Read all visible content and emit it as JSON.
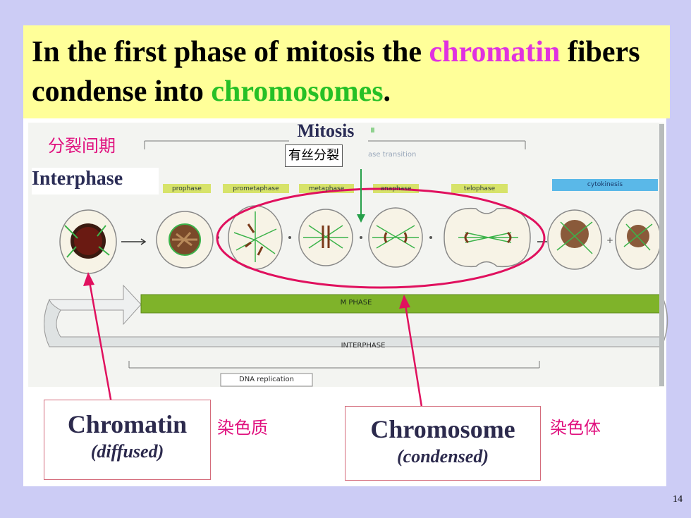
{
  "title": {
    "part1": "In the first phase of mitosis the ",
    "highlight1": "chromatin",
    "part2": " fibers condense into ",
    "highlight2": "chromosomes",
    "part3": "."
  },
  "diagram": {
    "interphase_cn": "分裂间期",
    "interphase_en": "Interphase",
    "mitosis_en": "Mitosis",
    "mitosis_cn": "有丝分裂",
    "transition_text": "ase transition",
    "stages": [
      "prophase",
      "prometaphase",
      "metaphase",
      "anaphase",
      "telophase"
    ],
    "cytokinesis": "cytokinesis",
    "m_phase": "M PHASE",
    "interphase_bar": "INTERPHASE",
    "dna_replication": "DNA replication"
  },
  "chromatin": {
    "label": "Chromatin",
    "sub": "(diffused)",
    "cn": "染色质"
  },
  "chromosome": {
    "label": "Chromosome",
    "sub": "(condensed)",
    "cn": "染色体"
  },
  "page_number": "14",
  "colors": {
    "background": "#ccccf5",
    "title_bg": "#ffff99",
    "chromatin": "#e032e0",
    "chromosomes": "#26c026",
    "arrow": "#e0105e",
    "phase_bar": "#7fb32a"
  }
}
